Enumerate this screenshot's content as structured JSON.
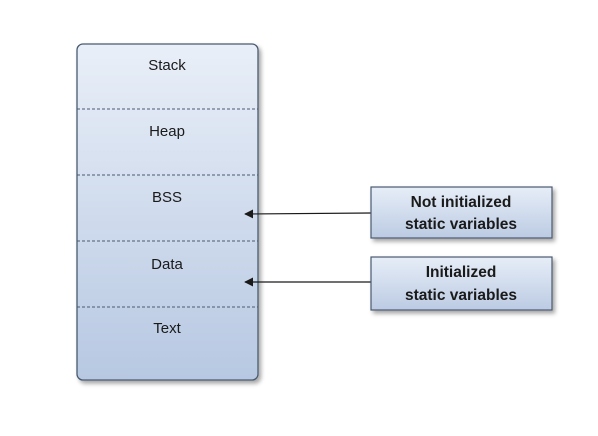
{
  "memory_segments": [
    {
      "label": "Stack"
    },
    {
      "label": "Heap"
    },
    {
      "label": "BSS"
    },
    {
      "label": "Data"
    },
    {
      "label": "Text"
    }
  ],
  "annotations": [
    {
      "target": "BSS",
      "lines": [
        "Not initialized",
        "static variables"
      ]
    },
    {
      "target": "Data",
      "lines": [
        "Initialized",
        "static variables"
      ]
    }
  ],
  "colors": {
    "outline": "#4a5a70",
    "fill_top": "#e9eff8",
    "fill_bottom": "#b7c8e2",
    "arrow": "#1a1a1a"
  }
}
